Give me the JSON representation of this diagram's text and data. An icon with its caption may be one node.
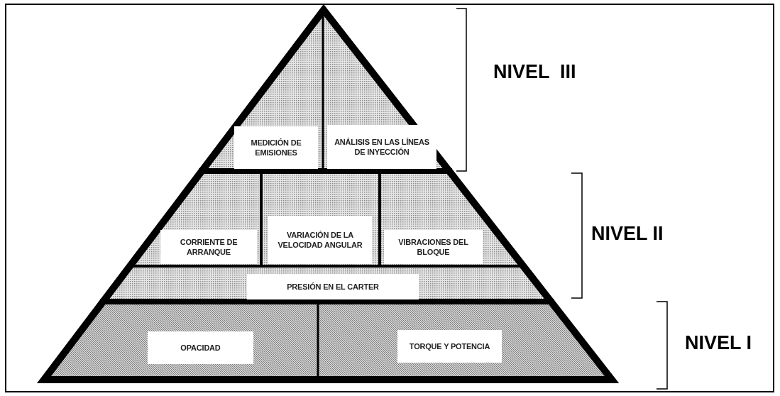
{
  "diagram": {
    "nodes": [
      {
        "text": [
          "MEDICIÓN DE EMISIONES"
        ]
      },
      {
        "text": [
          "ANÁLISIS EN LAS LÍNEAS DE INYECCIÓN"
        ]
      },
      {
        "text": [
          "CORRIENTE DE ARRANQUE"
        ]
      },
      {
        "text": [
          "VARIACIÓN DE LA VELOCIDAD ANGULAR"
        ]
      },
      {
        "text": [
          "VIBRACIONES DEL BLOQUE"
        ]
      },
      {
        "text": [
          "PRESIÓN EN EL CARTER"
        ]
      },
      {
        "text": [
          "OPACIDAD"
        ]
      },
      {
        "text": [
          "TORQUE Y POTENCIA"
        ]
      }
    ],
    "labels": [
      "NIVEL  III",
      "NIVEL II",
      "NIVEL I"
    ]
  }
}
